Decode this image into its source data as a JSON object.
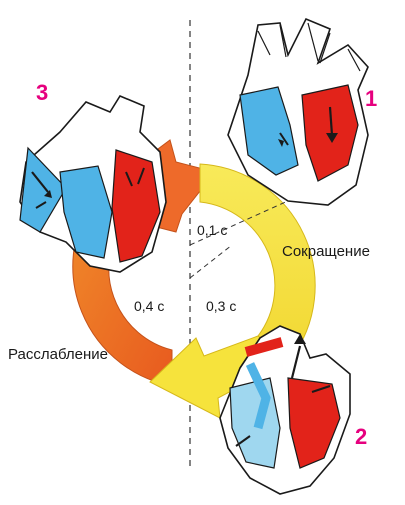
{
  "phases": {
    "contraction_label": "Сокращение",
    "relaxation_label": "Расслабление"
  },
  "durations": {
    "atrial_systole": "0,1 с",
    "ventricular_systole": "0,3 с",
    "diastole": "0,4 с"
  },
  "stage_numbers": {
    "first": "1",
    "second": "2",
    "third": "3"
  },
  "colors": {
    "number": "#e6007e",
    "oxygenated": "#e2231a",
    "deoxygenated": "#4fb3e6",
    "wall": "#ffffff",
    "contraction_arrow": "#f6e33c",
    "relaxation_arrow": "#ee6a2a",
    "outline": "#1a1a1a"
  },
  "icons": [
    "heart-diagram-1",
    "heart-diagram-2",
    "heart-diagram-3",
    "blood-flow-arrow"
  ]
}
